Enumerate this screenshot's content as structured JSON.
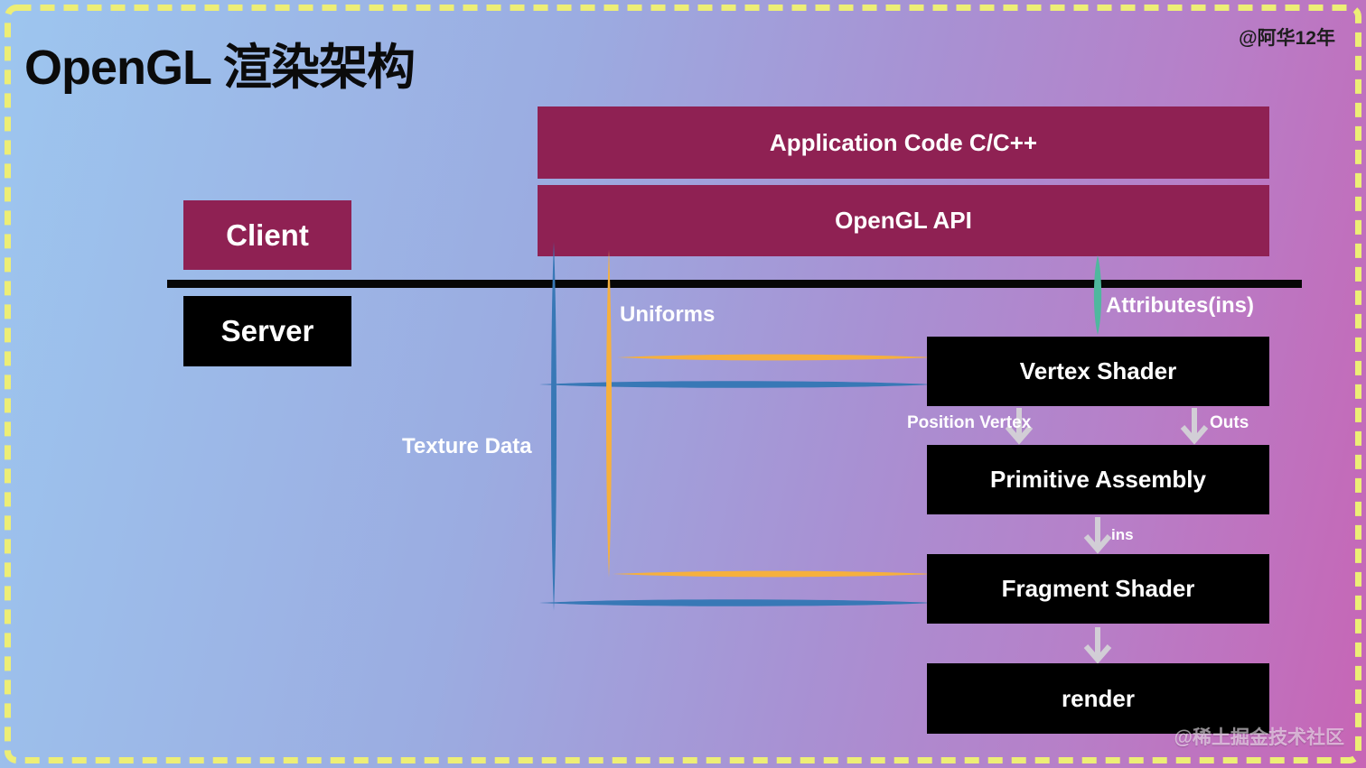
{
  "header": {
    "title": "OpenGL 渲染架构",
    "author_credit": "@阿华12年"
  },
  "boxes": {
    "application_code": "Application Code C/C++",
    "opengl_api": "OpenGL API",
    "client": "Client",
    "server": "Server",
    "vertex_shader": "Vertex Shader",
    "primitive_assembly": "Primitive Assembly",
    "fragment_shader": "Fragment Shader",
    "render": "render"
  },
  "edge_labels": {
    "uniforms": "Uniforms",
    "attributes_ins": "Attributes(ins)",
    "texture_data": "Texture Data",
    "position_vertex": "Position Vertex",
    "outs": "Outs",
    "ins": "ins"
  },
  "watermark": "@稀土掘金技术社区",
  "colors": {
    "box_maroon": "#8f2153",
    "box_black": "#000000",
    "line_blue": "#3878b6",
    "line_orange": "#f6b03d",
    "line_teal": "#4fb89e",
    "arrow_gray": "#d2ced6",
    "border_dash_yellow": "#edee76",
    "bg_gradient_start": "#9dc6ef",
    "bg_gradient_end": "#c765b5"
  }
}
